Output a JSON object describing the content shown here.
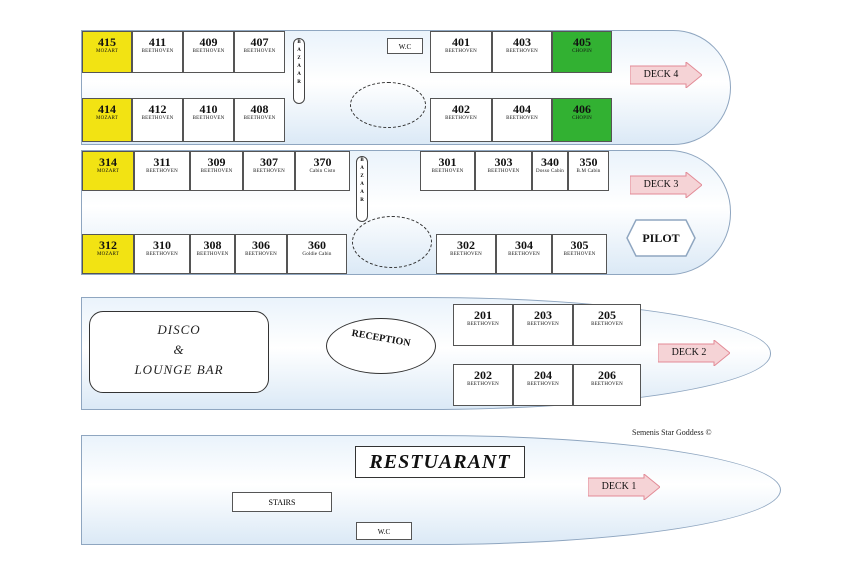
{
  "deck4": {
    "label": "DECK 4",
    "top_row": [
      {
        "num": "415",
        "name": "MOZART",
        "color": "yellow"
      },
      {
        "num": "411",
        "name": "BEETHOVEN"
      },
      {
        "num": "409",
        "name": "BEETHOVEN"
      },
      {
        "num": "407",
        "name": "BEETHOVEN"
      },
      {
        "num": "401",
        "name": "BEETHOVEN"
      },
      {
        "num": "403",
        "name": "BEETHOVEN"
      },
      {
        "num": "405",
        "name": "CHOPIN",
        "color": "green"
      }
    ],
    "bottom_row": [
      {
        "num": "414",
        "name": "MOZART",
        "color": "yellow"
      },
      {
        "num": "412",
        "name": "BEETHOVEN"
      },
      {
        "num": "410",
        "name": "BEETHOVEN"
      },
      {
        "num": "408",
        "name": "BEETHOVEN"
      },
      {
        "num": "402",
        "name": "BEETHOVEN"
      },
      {
        "num": "404",
        "name": "BEETHOVEN"
      },
      {
        "num": "406",
        "name": "CHOPIN",
        "color": "green"
      }
    ],
    "wc": "W.C",
    "bazaar": [
      "B",
      "A",
      "Z",
      "A",
      "A",
      "R"
    ]
  },
  "deck3": {
    "label": "DECK 3",
    "pilot": "PILOT",
    "top_row": [
      {
        "num": "314",
        "name": "MOZART",
        "color": "yellow"
      },
      {
        "num": "311",
        "name": "BEETHOVEN"
      },
      {
        "num": "309",
        "name": "BEETHOVEN"
      },
      {
        "num": "307",
        "name": "BEETHOVEN"
      },
      {
        "num": "370",
        "name": "Cabin Cisto"
      },
      {
        "num": "301",
        "name": "BEETHOVEN"
      },
      {
        "num": "303",
        "name": "BEETHOVEN"
      },
      {
        "num": "340",
        "name": "Dosso Cabin"
      },
      {
        "num": "350",
        "name": "B.M Cabin"
      }
    ],
    "bottom_row": [
      {
        "num": "312",
        "name": "MOZART",
        "color": "yellow"
      },
      {
        "num": "310",
        "name": "BEETHOVEN"
      },
      {
        "num": "308",
        "name": "BEETHOVEN"
      },
      {
        "num": "306",
        "name": "BEETHOVEN"
      },
      {
        "num": "360",
        "name": "Goldie Cabin"
      },
      {
        "num": "302",
        "name": "BEETHOVEN"
      },
      {
        "num": "304",
        "name": "BEETHOVEN"
      },
      {
        "num": "305",
        "name": "BEETHOVEN"
      }
    ],
    "bazaar": [
      "B",
      "A",
      "Z",
      "A",
      "A",
      "R"
    ]
  },
  "deck2": {
    "label": "DECK 2",
    "disco": [
      "DISCO",
      "&",
      "LOUNGE BAR"
    ],
    "reception": "RECEPTION",
    "top_row": [
      {
        "num": "201",
        "name": "BEETHOVEN"
      },
      {
        "num": "203",
        "name": "BEETHOVEN"
      },
      {
        "num": "205",
        "name": "BEETHOVEN"
      }
    ],
    "bottom_row": [
      {
        "num": "202",
        "name": "BEETHOVEN"
      },
      {
        "num": "204",
        "name": "BEETHOVEN"
      },
      {
        "num": "206",
        "name": "BEETHOVEN"
      }
    ]
  },
  "deck1": {
    "label": "DECK 1",
    "restaurant": "RESTUARANT",
    "stairs": "STAIRS",
    "wc": "W.C"
  },
  "copyright": "Semenis Star Goddess ©"
}
